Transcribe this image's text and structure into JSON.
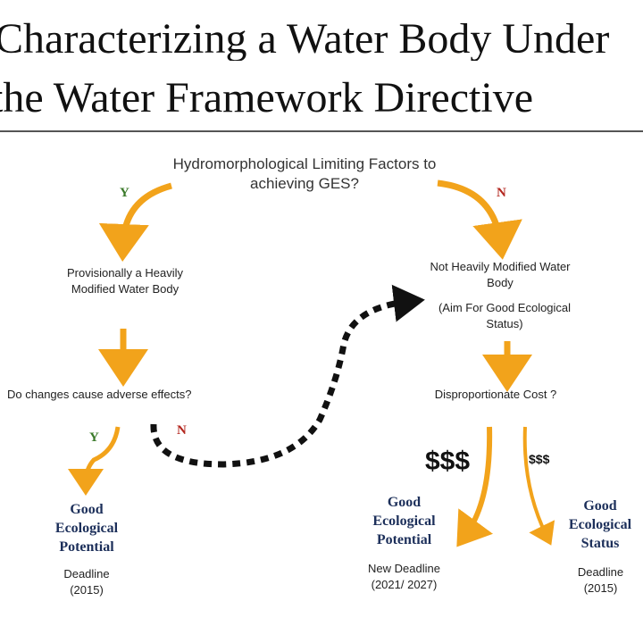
{
  "title": {
    "line1": "Characterizing a Water Body Under",
    "line2": "the Water Framework Directive"
  },
  "question_top": "Hydromorphological Limiting Factors to achieving GES?",
  "left_branch": {
    "yes_label": "Y",
    "node": "Provisionally a Heavily Modified Water Body",
    "question": "Do changes cause adverse effects?",
    "yes2_label": "Y",
    "no2_label": "N",
    "outcome_title": "Good Ecological Potential",
    "outcome_deadline": "Deadline (2015)"
  },
  "right_branch": {
    "no_label": "N",
    "node": "Not Heavily Modified Water Body",
    "node_note": "(Aim For Good Ecological Status)",
    "question": "Disproportionate Cost ?",
    "high_cost": "$$$",
    "low_cost": "$$$",
    "outcome1_title": "Good Ecological Potential",
    "outcome1_deadline": "New Deadline (2021/ 2027)",
    "outcome2_title": "Good Ecological Status",
    "outcome2_deadline": "Deadline (2015)"
  },
  "colors": {
    "arrow": "#f2a31b",
    "yes": "#3b7a2a",
    "no": "#b3261e",
    "goal": "#1c2f5a"
  }
}
